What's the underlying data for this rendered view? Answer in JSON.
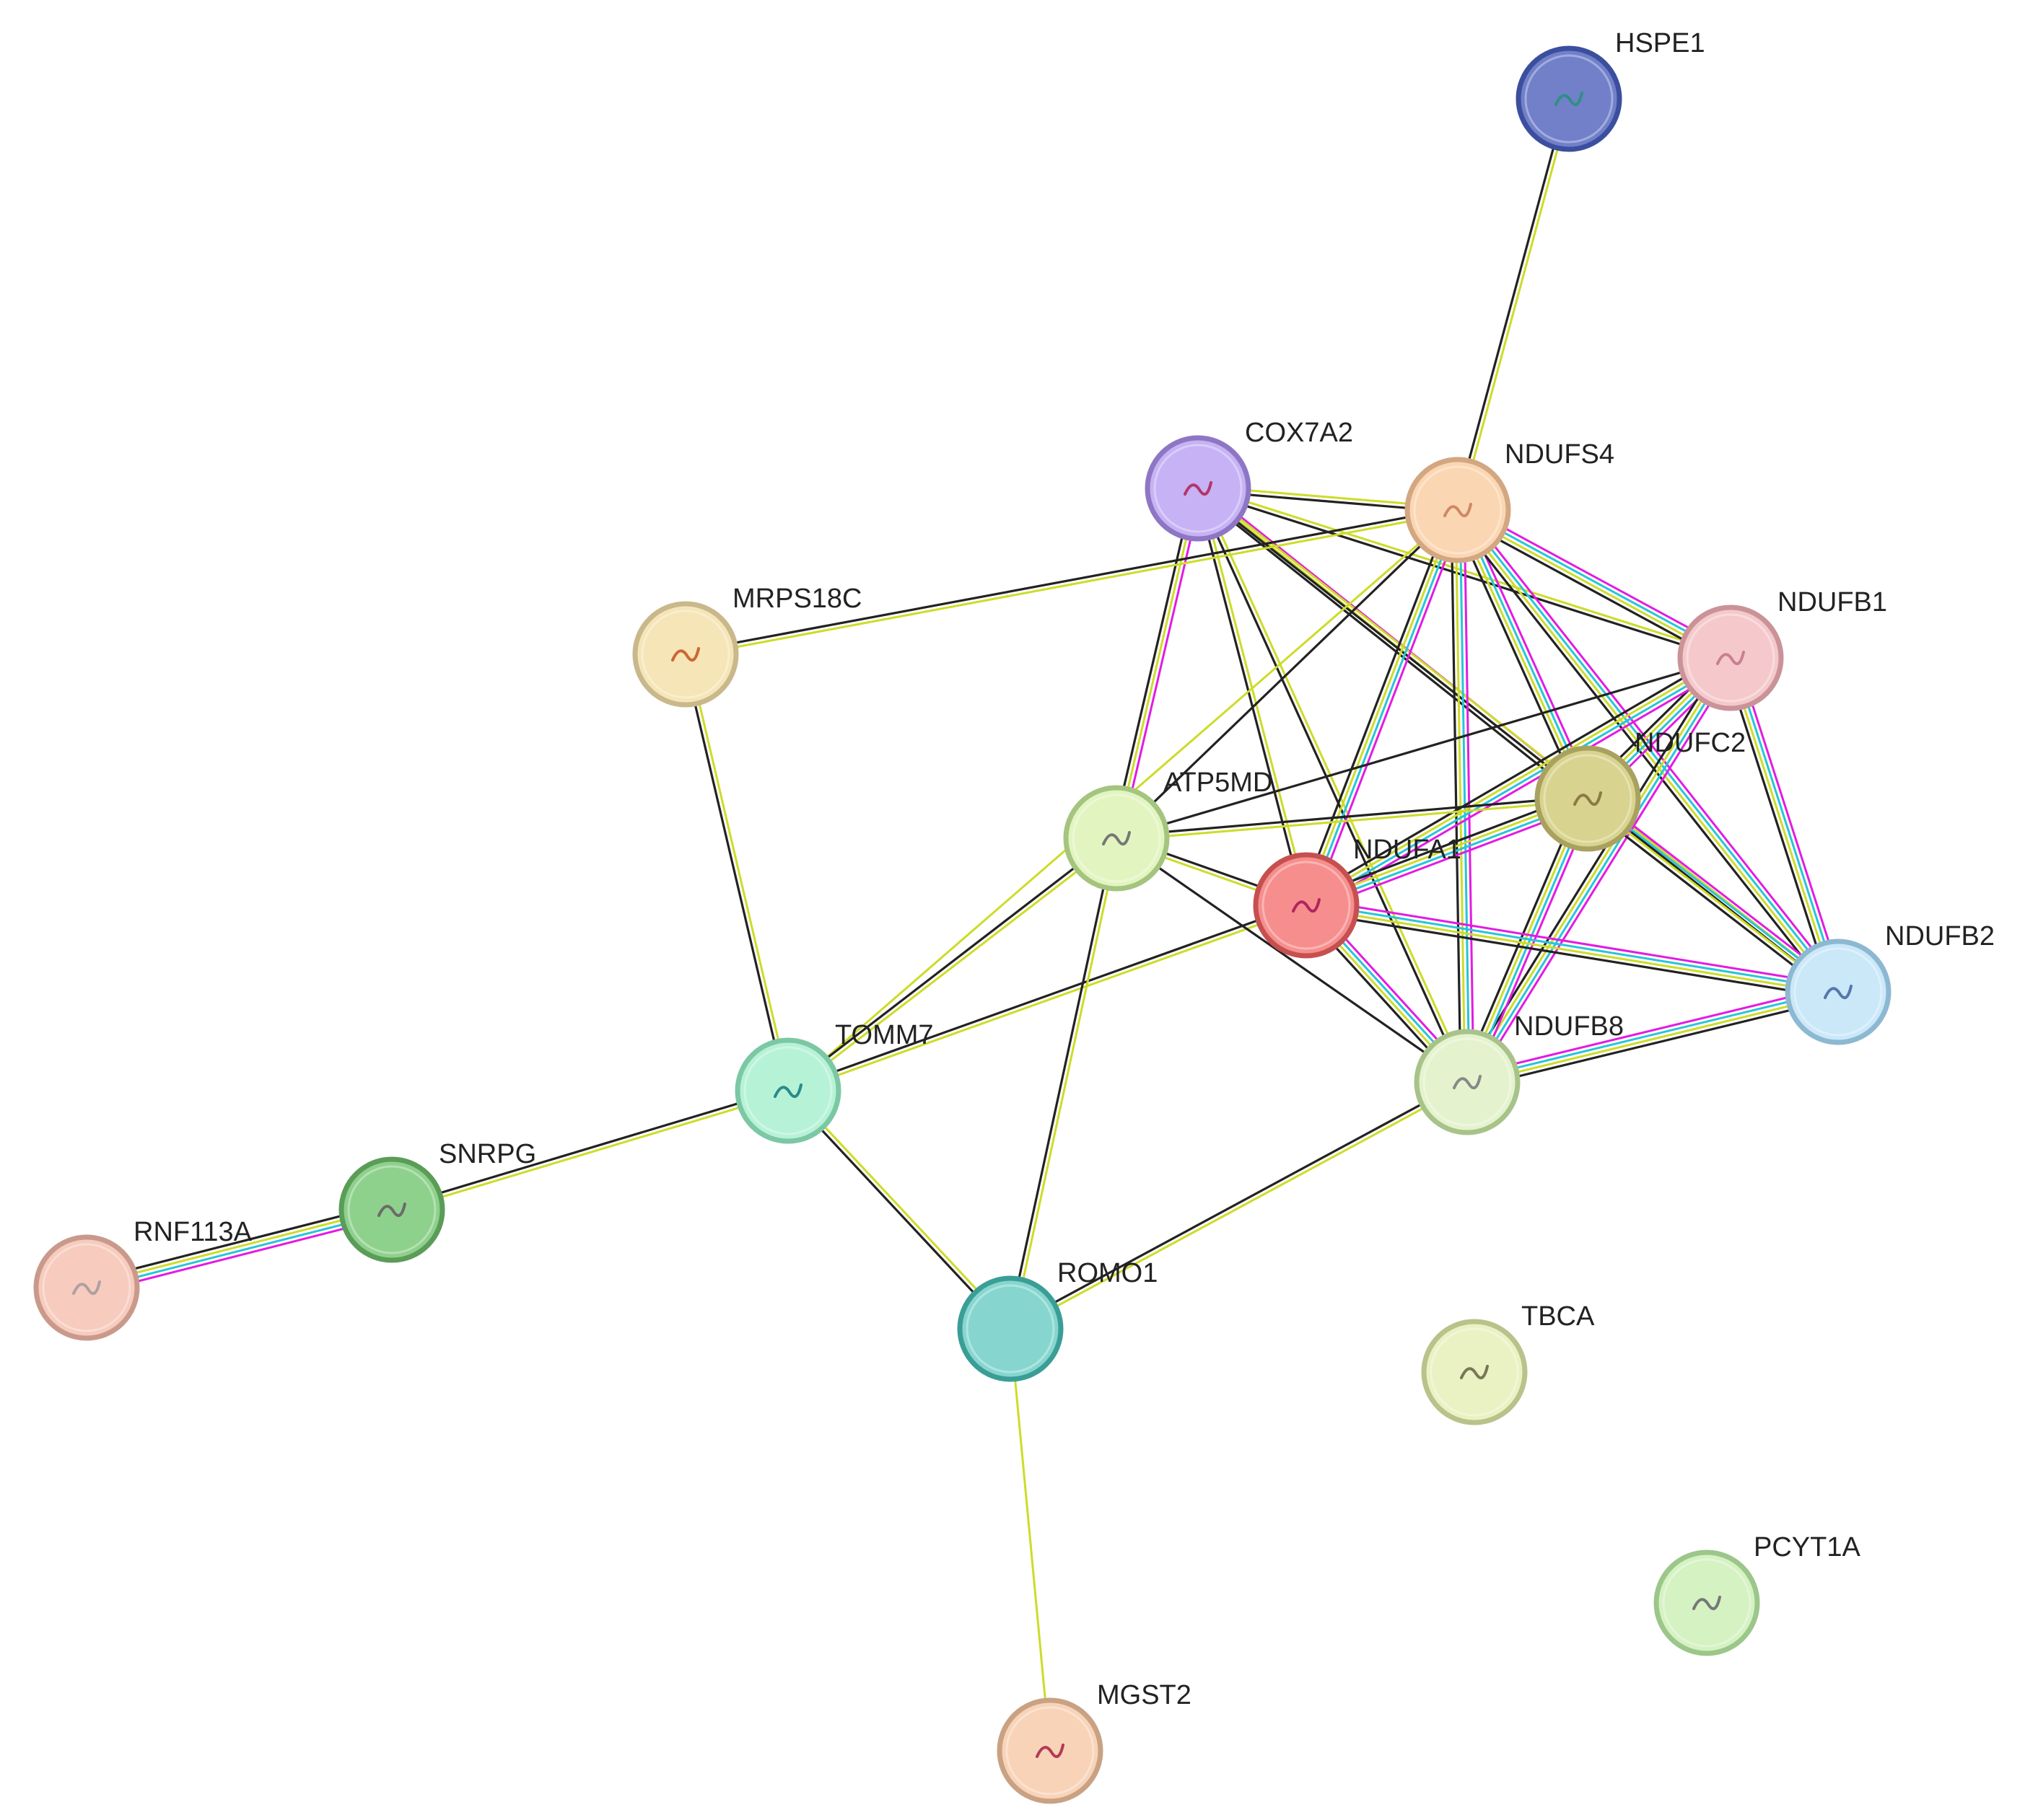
{
  "network": {
    "nodes": [
      {
        "id": "HSPE1",
        "label": "HSPE1",
        "color": "#7180c9",
        "border": "#3c4e9e",
        "glyph": "#2f8f86"
      },
      {
        "id": "COX7A2",
        "label": "COX7A2",
        "color": "#c6b2f4",
        "border": "#8f76c4",
        "glyph": "#b4346a"
      },
      {
        "id": "NDUFS4",
        "label": "NDUFS4",
        "color": "#fbd6b3",
        "border": "#d2a781",
        "glyph": "#cf8a63"
      },
      {
        "id": "MRPS18C",
        "label": "MRPS18C",
        "color": "#f5e5b7",
        "border": "#c9b88b",
        "glyph": "#cc6633"
      },
      {
        "id": "NDUFB1",
        "label": "NDUFB1",
        "color": "#f5c9cc",
        "border": "#c99397",
        "glyph": "#c88090"
      },
      {
        "id": "NDUFC2",
        "label": "NDUFC2",
        "color": "#d8d38e",
        "border": "#a8a160",
        "glyph": "#8c7a44"
      },
      {
        "id": "ATP5MD",
        "label": "ATP5MD",
        "color": "#e2f5c0",
        "border": "#a5c47f",
        "glyph": "#777777"
      },
      {
        "id": "NDUFA1",
        "label": "NDUFA1",
        "color": "#f78e8e",
        "border": "#c6504f",
        "glyph": "#b0265f"
      },
      {
        "id": "NDUFB2",
        "label": "NDUFB2",
        "color": "#cbe8f9",
        "border": "#8db8d2",
        "glyph": "#5577aa"
      },
      {
        "id": "NDUFB8",
        "label": "NDUFB8",
        "color": "#e4f3cd",
        "border": "#a8c38a",
        "glyph": "#888888"
      },
      {
        "id": "TOMM7",
        "label": "TOMM7",
        "color": "#b6f2d6",
        "border": "#7cc7a4",
        "glyph": "#2a8a8a"
      },
      {
        "id": "SNRPG",
        "label": "SNRPG",
        "color": "#8ed18c",
        "border": "#5a9c58",
        "glyph": "#6b6b6b"
      },
      {
        "id": "RNF113A",
        "label": "RNF113A",
        "color": "#f7cbbd",
        "border": "#c99a8b",
        "glyph": "#b0a0a0"
      },
      {
        "id": "ROMO1",
        "label": "ROMO1",
        "color": "#86d6cf",
        "border": "#3a9e96",
        "glyph": "#86d6cf"
      },
      {
        "id": "TBCA",
        "label": "TBCA",
        "color": "#eaf1c2",
        "border": "#b8c28a",
        "glyph": "#777755"
      },
      {
        "id": "PCYT1A",
        "label": "PCYT1A",
        "color": "#d4f2c2",
        "border": "#9cc68a",
        "glyph": "#777777"
      },
      {
        "id": "MGST2",
        "label": "MGST2",
        "color": "#f8d3b8",
        "border": "#c9a183",
        "glyph": "#b33a55"
      }
    ],
    "edges": [
      {
        "source": "HSPE1",
        "target": "NDUFS4",
        "evidence": [
          "yellow",
          "black"
        ]
      },
      {
        "source": "COX7A2",
        "target": "NDUFS4",
        "evidence": [
          "yellow",
          "black"
        ]
      },
      {
        "source": "COX7A2",
        "target": "NDUFB1",
        "evidence": [
          "yellow",
          "black"
        ]
      },
      {
        "source": "COX7A2",
        "target": "NDUFC2",
        "evidence": [
          "magenta",
          "yellow",
          "black"
        ]
      },
      {
        "source": "COX7A2",
        "target": "ATP5MD",
        "evidence": [
          "magenta",
          "yellow",
          "black"
        ]
      },
      {
        "source": "COX7A2",
        "target": "NDUFA1",
        "evidence": [
          "yellow",
          "black"
        ]
      },
      {
        "source": "COX7A2",
        "target": "NDUFB8",
        "evidence": [
          "yellow",
          "black"
        ]
      },
      {
        "source": "COX7A2",
        "target": "NDUFB2",
        "evidence": [
          "yellow",
          "black"
        ]
      },
      {
        "source": "NDUFS4",
        "target": "MRPS18C",
        "evidence": [
          "yellow",
          "black"
        ]
      },
      {
        "source": "NDUFS4",
        "target": "NDUFB1",
        "evidence": [
          "magenta",
          "cyan",
          "yellow",
          "black"
        ]
      },
      {
        "source": "NDUFS4",
        "target": "NDUFC2",
        "evidence": [
          "magenta",
          "cyan",
          "yellow",
          "black"
        ]
      },
      {
        "source": "NDUFS4",
        "target": "NDUFA1",
        "evidence": [
          "magenta",
          "cyan",
          "yellow",
          "black"
        ]
      },
      {
        "source": "NDUFS4",
        "target": "NDUFB8",
        "evidence": [
          "magenta",
          "cyan",
          "yellow",
          "black"
        ]
      },
      {
        "source": "NDUFS4",
        "target": "NDUFB2",
        "evidence": [
          "magenta",
          "cyan",
          "yellow",
          "black"
        ]
      },
      {
        "source": "NDUFS4",
        "target": "ATP5MD",
        "evidence": [
          "black"
        ]
      },
      {
        "source": "NDUFS4",
        "target": "TOMM7",
        "evidence": [
          "yellow"
        ]
      },
      {
        "source": "NDUFB1",
        "target": "NDUFC2",
        "evidence": [
          "magenta",
          "cyan",
          "yellow",
          "black"
        ]
      },
      {
        "source": "NDUFB1",
        "target": "NDUFA1",
        "evidence": [
          "magenta",
          "cyan",
          "yellow",
          "black"
        ]
      },
      {
        "source": "NDUFB1",
        "target": "NDUFB8",
        "evidence": [
          "magenta",
          "cyan",
          "yellow",
          "black"
        ]
      },
      {
        "source": "NDUFB1",
        "target": "NDUFB2",
        "evidence": [
          "magenta",
          "cyan",
          "yellow",
          "black"
        ]
      },
      {
        "source": "NDUFB1",
        "target": "ATP5MD",
        "evidence": [
          "black"
        ]
      },
      {
        "source": "NDUFC2",
        "target": "NDUFA1",
        "evidence": [
          "magenta",
          "cyan",
          "yellow",
          "black"
        ]
      },
      {
        "source": "NDUFC2",
        "target": "NDUFB8",
        "evidence": [
          "magenta",
          "cyan",
          "yellow",
          "black"
        ]
      },
      {
        "source": "NDUFC2",
        "target": "NDUFB2",
        "evidence": [
          "magenta",
          "cyan",
          "yellow",
          "black"
        ]
      },
      {
        "source": "NDUFC2",
        "target": "ATP5MD",
        "evidence": [
          "yellow",
          "black"
        ]
      },
      {
        "source": "NDUFA1",
        "target": "NDUFB8",
        "evidence": [
          "magenta",
          "cyan",
          "yellow",
          "black"
        ]
      },
      {
        "source": "NDUFA1",
        "target": "NDUFB2",
        "evidence": [
          "magenta",
          "cyan",
          "yellow",
          "black"
        ]
      },
      {
        "source": "NDUFA1",
        "target": "ATP5MD",
        "evidence": [
          "yellow",
          "black"
        ]
      },
      {
        "source": "NDUFA1",
        "target": "TOMM7",
        "evidence": [
          "yellow",
          "black"
        ]
      },
      {
        "source": "NDUFB8",
        "target": "NDUFB2",
        "evidence": [
          "magenta",
          "cyan",
          "yellow",
          "black"
        ]
      },
      {
        "source": "NDUFB8",
        "target": "ATP5MD",
        "evidence": [
          "black"
        ]
      },
      {
        "source": "NDUFB8",
        "target": "ROMO1",
        "evidence": [
          "yellow",
          "black"
        ]
      },
      {
        "source": "ATP5MD",
        "target": "TOMM7",
        "evidence": [
          "yellow",
          "black"
        ]
      },
      {
        "source": "ATP5MD",
        "target": "ROMO1",
        "evidence": [
          "yellow",
          "black"
        ]
      },
      {
        "source": "MRPS18C",
        "target": "TOMM7",
        "evidence": [
          "yellow",
          "black"
        ]
      },
      {
        "source": "TOMM7",
        "target": "SNRPG",
        "evidence": [
          "yellow",
          "black"
        ]
      },
      {
        "source": "TOMM7",
        "target": "ROMO1",
        "evidence": [
          "yellow",
          "black"
        ]
      },
      {
        "source": "SNRPG",
        "target": "RNF113A",
        "evidence": [
          "magenta",
          "cyan",
          "yellow",
          "black"
        ]
      },
      {
        "source": "ROMO1",
        "target": "MGST2",
        "evidence": [
          "yellow"
        ]
      }
    ],
    "evidence_colors": {
      "magenta": "#e31be3",
      "cyan": "#27c5d9",
      "yellow": "#cddc28",
      "black": "#222222"
    }
  }
}
